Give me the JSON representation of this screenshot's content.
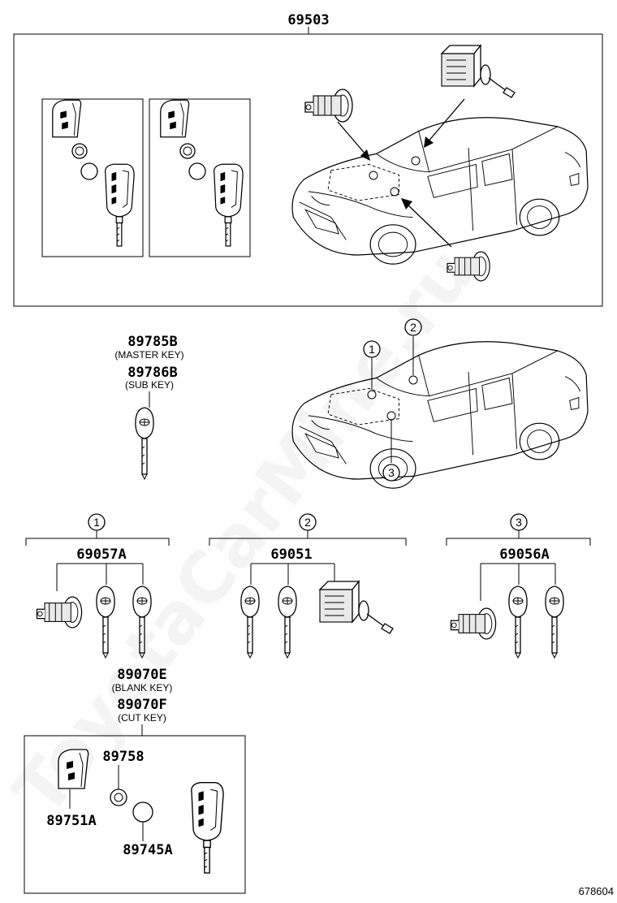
{
  "watermark": "ToyotaCarMine.ru",
  "reference_code": "678604",
  "top_group": {
    "part_number": "69503"
  },
  "key_group": {
    "master_part": "89785B",
    "master_desc": "(MASTER KEY)",
    "sub_part": "89786B",
    "sub_desc": "(SUB KEY)"
  },
  "car_callouts": [
    "1",
    "2",
    "3"
  ],
  "sets": [
    {
      "callout": "1",
      "part_number": "69057A"
    },
    {
      "callout": "2",
      "part_number": "69051"
    },
    {
      "callout": "3",
      "part_number": "69056A"
    }
  ],
  "remote_group": {
    "blank_part": "89070E",
    "blank_desc": "(BLANK KEY)",
    "cut_part": "89070F",
    "cut_desc": "(CUT KEY)",
    "case_part": "89751A",
    "ring_part": "89758",
    "battery_part": "89745A"
  }
}
